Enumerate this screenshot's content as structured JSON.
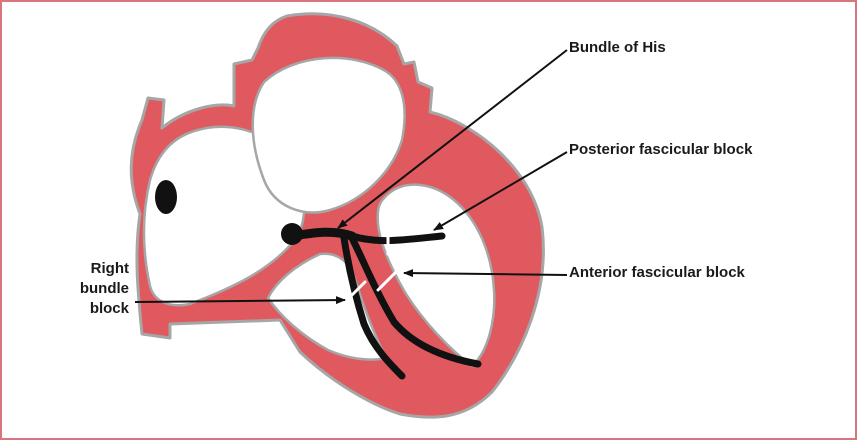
{
  "labels": {
    "bundle_of_his": "Bundle of His",
    "posterior_fascicular_block": "Posterior fascicular block",
    "anterior_fascicular_block": "Anterior fascicular block",
    "right_bundle_block": [
      "Right",
      "bundle",
      "block"
    ]
  },
  "colors": {
    "frame_border": "#d9757f",
    "heart_fill": "#e0595e",
    "heart_outline": "#a6a6a6",
    "chamber_fill": "#ffffff",
    "conduction": "#111111",
    "pointer": "#111111",
    "block_mark": "#ffffff"
  }
}
